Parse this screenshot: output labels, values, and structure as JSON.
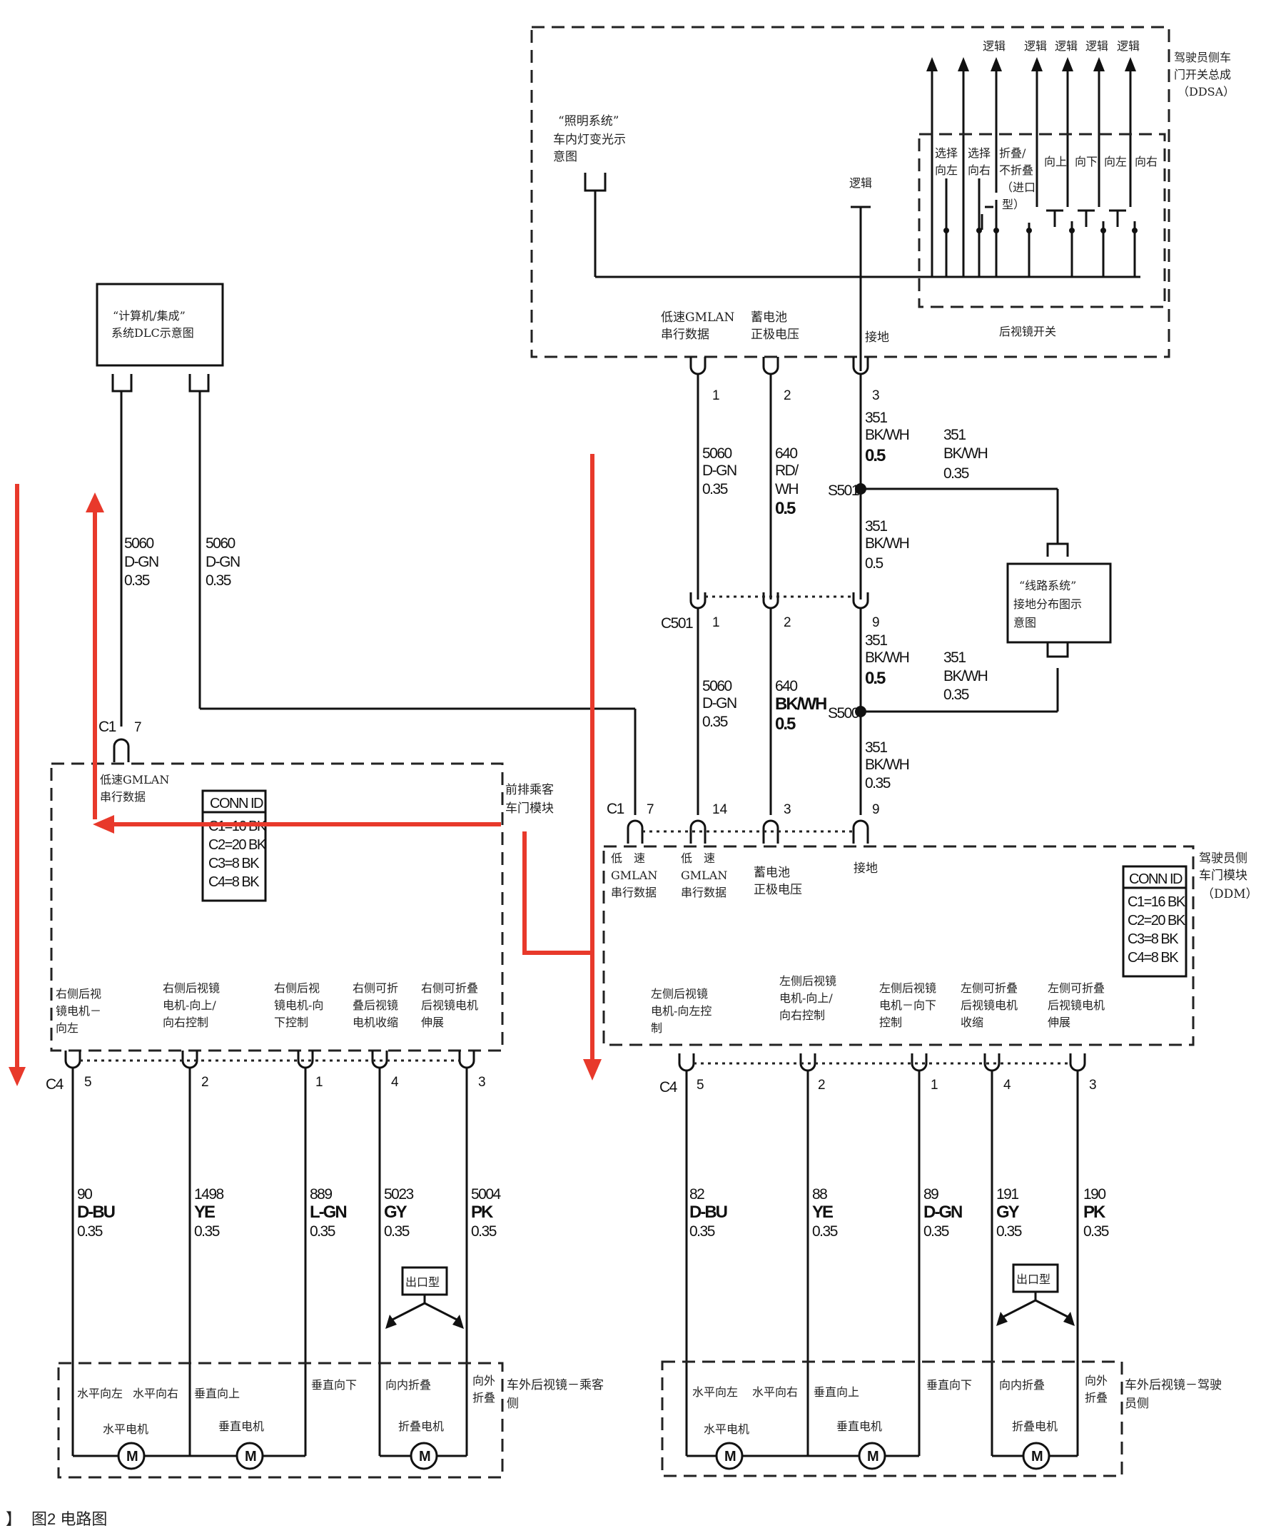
{
  "caption": {
    "marker": "】",
    "text": "图2   电路图"
  },
  "ddsa": {
    "title": [
      "驾驶员侧车",
      "门开关总成",
      "（DDSA）"
    ],
    "lighting_ref": [
      "“照明系统”",
      "车内灯变光示",
      "意图"
    ],
    "logic_top": [
      "逻辑",
      "逻辑",
      "逻辑",
      "逻辑",
      "逻辑"
    ],
    "logic_center": "逻辑",
    "switches": [
      [
        "选择",
        "向左"
      ],
      [
        "选择",
        "向右"
      ],
      [
        "折叠/",
        "不折叠",
        "（进口",
        "型）"
      ],
      [
        "向上"
      ],
      [
        "向下"
      ],
      [
        "向左"
      ],
      [
        "向右"
      ]
    ],
    "mirror_switch": "后视镜开关",
    "gmlan": [
      "低速GMLAN",
      "串行数据"
    ],
    "battery": [
      "蓄电池",
      "正极电压"
    ],
    "ground": "接地",
    "pins": [
      "1",
      "2",
      "3"
    ]
  },
  "dlc": {
    "label": [
      "“计算机/集成”",
      "系统DLC示意图"
    ]
  },
  "grounding": {
    "label": [
      "“线路系统”",
      "接地分布图示",
      "意图"
    ]
  },
  "wires_upper": {
    "w1": [
      "5060",
      "D-GN",
      "0.35"
    ],
    "w2": [
      "640",
      "RD/",
      "WH",
      "0.5"
    ],
    "w3": [
      "351",
      "BK/WH",
      "0.5"
    ],
    "w3b": [
      "351",
      "BK/WH",
      "0.35"
    ],
    "s501": "S501",
    "w3c": [
      "351",
      "BK/WH",
      "0.5"
    ],
    "c501": "C501",
    "c501_pins": [
      "1",
      "2",
      "9"
    ],
    "w4": [
      "5060",
      "D-GN",
      "0.35"
    ],
    "w5": [
      "640",
      "BK/WH",
      "0.5"
    ],
    "w6": [
      "351",
      "BK/WH",
      "0.5"
    ],
    "w6b": [
      "351",
      "BK/WH",
      "0.35"
    ],
    "s500": "S500",
    "w7": [
      "351",
      "BK/WH",
      "0.35"
    ]
  },
  "dlc_wires": {
    "a": [
      "5060",
      "D-GN",
      "0.35"
    ],
    "b": [
      "5060",
      "D-GN",
      "0.35"
    ]
  },
  "passenger_module": {
    "title": [
      "前排乘客",
      "车门模块"
    ],
    "c1": "C1",
    "c1_pin": "7",
    "gmlan": [
      "低速GMLAN",
      "串行数据"
    ],
    "conn_id": [
      "CONN ID",
      "C1=16 BK",
      "C2=20 BK",
      "C3=8 BK",
      "C4=8 BK"
    ],
    "outputs": [
      [
        "右侧后视",
        "镜电机－",
        "向左"
      ],
      [
        "右侧后视镜",
        "电机-向上/",
        "向右控制"
      ],
      [
        "右侧后视",
        "镜电机-向",
        "下控制"
      ],
      [
        "右侧可折",
        "叠后视镜",
        "电机收缩"
      ],
      [
        "右侧可折叠",
        "后视镜电机",
        "伸展"
      ]
    ],
    "c4": "C4",
    "c4_pins": [
      "5",
      "2",
      "1",
      "4",
      "3"
    ]
  },
  "driver_module": {
    "title": [
      "驾驶员侧",
      "车门模块",
      "（DDM）"
    ],
    "c1": "C1",
    "c1_pins": [
      "7",
      "14",
      "3",
      "9"
    ],
    "inputs": [
      [
        "低　速",
        "GMLAN",
        "串行数据"
      ],
      [
        "低　速",
        "GMLAN",
        "串行数据"
      ],
      [
        "蓄电池",
        "正极电压"
      ],
      [
        "接地"
      ]
    ],
    "conn_id": [
      "CONN ID",
      "C1=16 BK",
      "C2=20 BK",
      "C3=8 BK",
      "C4=8 BK"
    ],
    "outputs": [
      [
        "左侧后视镜",
        "电机-向左控",
        "制"
      ],
      [
        "左侧后视镜",
        "电机-向上/",
        "向右控制"
      ],
      [
        "左侧后视镜",
        "电机－向下",
        "控制"
      ],
      [
        "左侧可折叠",
        "后视镜电机",
        "收缩"
      ],
      [
        "左侧可折叠",
        "后视镜电机",
        "伸展"
      ]
    ],
    "c4": "C4",
    "c4_pins": [
      "5",
      "2",
      "1",
      "4",
      "3"
    ]
  },
  "passenger_wires": [
    [
      "90",
      "D-BU",
      "0.35"
    ],
    [
      "1498",
      "YE",
      "0.35"
    ],
    [
      "889",
      "L-GN",
      "0.35"
    ],
    [
      "5023",
      "GY",
      "0.35"
    ],
    [
      "5004",
      "PK",
      "0.35"
    ]
  ],
  "driver_wires": [
    [
      "82",
      "D-BU",
      "0.35"
    ],
    [
      "88",
      "YE",
      "0.35"
    ],
    [
      "89",
      "D-GN",
      "0.35"
    ],
    [
      "191",
      "GY",
      "0.35"
    ],
    [
      "190",
      "PK",
      "0.35"
    ]
  ],
  "export_label": "出口型",
  "passenger_mirror": {
    "title": [
      "车外后视镜－乘客",
      "侧"
    ],
    "labels": [
      "水平向左",
      "水平向右",
      "垂直向上",
      "垂直向下",
      "向内折叠"
    ],
    "outfold": [
      "向外",
      "折叠"
    ],
    "motors": [
      "水平电机",
      "垂直电机",
      "折叠电机"
    ]
  },
  "driver_mirror": {
    "title": [
      "车外后视镜－驾驶",
      "员侧"
    ],
    "labels": [
      "水平向左",
      "水平向右",
      "垂直向上",
      "垂直向下",
      "向内折叠"
    ],
    "outfold": [
      "向外",
      "折叠"
    ],
    "motors": [
      "水平电机",
      "垂直电机",
      "折叠电机"
    ]
  },
  "motor_symbol": "M",
  "colors": {
    "annotation_arrows": "#e8392b",
    "lines": "#111111"
  }
}
